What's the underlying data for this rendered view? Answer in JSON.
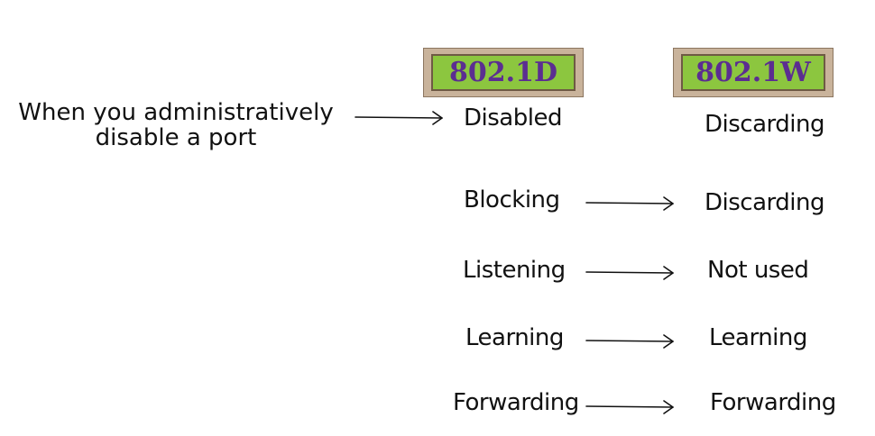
{
  "headers": {
    "left": "802.1D",
    "right": "802.1W"
  },
  "note": {
    "line1": "When you administratively",
    "line2": "disable a port"
  },
  "rows": [
    {
      "left": "Disabled",
      "right": "Discarding"
    },
    {
      "left": "Blocking",
      "right": "Discarding"
    },
    {
      "left": "Listening",
      "right": "Not used"
    },
    {
      "left": "Learning",
      "right": "Learning"
    },
    {
      "left": "Forwarding",
      "right": "Forwarding"
    }
  ],
  "colors": {
    "badge_frame": "#c9b39b",
    "badge_fill": "#8cc63f",
    "badge_text": "#5b2d91",
    "ink": "#111111"
  }
}
